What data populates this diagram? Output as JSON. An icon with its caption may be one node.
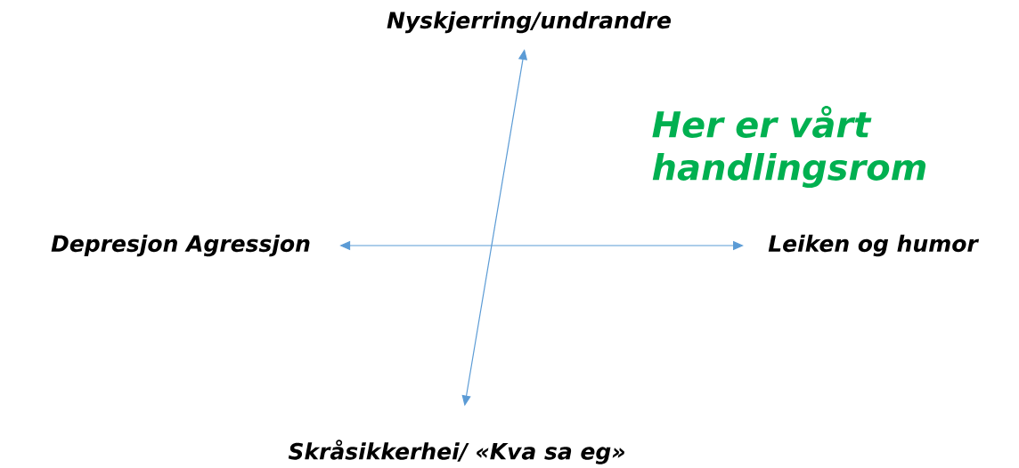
{
  "diagram": {
    "nodes": [
      {
        "text": [
          "Nyskjerring/undrandre"
        ]
      },
      {
        "text": [
          "Depresjon  Agressjon"
        ]
      },
      {
        "text": [
          "Leiken og humor"
        ]
      },
      {
        "text": [
          "Skråsikkerhei/ «Kva sa eg»"
        ]
      }
    ],
    "edges": [
      {
        "from": 1,
        "to": 2,
        "arrow": "both"
      },
      {
        "from": 0,
        "to": 3,
        "arrow": "both"
      }
    ],
    "labels": [
      "Her er vårt handlingsrom"
    ]
  }
}
